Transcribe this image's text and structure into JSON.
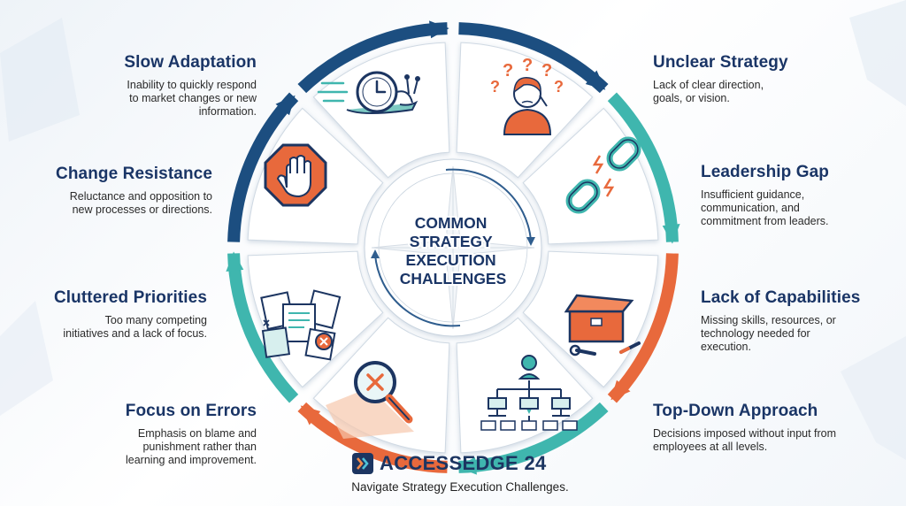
{
  "center_title": [
    "COMMON",
    "STRATEGY",
    "EXECUTION",
    "CHALLENGES"
  ],
  "challenges": {
    "slow_adaptation": {
      "title": "Slow Adaptation",
      "lines": [
        "Inability to quickly respond",
        "to market changes or new",
        "information."
      ]
    },
    "change_resistance": {
      "title": "Change Resistance",
      "lines": [
        "Reluctance and opposition to",
        "new processes or directions."
      ]
    },
    "cluttered_priorities": {
      "title": "Cluttered Priorities",
      "lines": [
        "Too many competing",
        "initiatives and a lack of focus."
      ]
    },
    "focus_on_errors": {
      "title": "Focus on Errors",
      "lines": [
        "Emphasis on blame and",
        "punishment rather than",
        "learning and improvement."
      ]
    },
    "unclear_strategy": {
      "title": "Unclear Strategy",
      "lines": [
        "Lack of clear direction,",
        "goals, or vision."
      ]
    },
    "leadership_gap": {
      "title": "Leadership Gap",
      "lines": [
        "Insufficient guidance,",
        "communication, and",
        "commitment from leaders."
      ]
    },
    "lack_of_capabilities": {
      "title": "Lack of Capabilities",
      "lines": [
        "Missing skills, resources, or",
        "technology needed for",
        "execution."
      ]
    },
    "top_down_approach": {
      "title": "Top-Down Approach",
      "lines": [
        "Decisions imposed without input from",
        "employees at all levels."
      ]
    }
  },
  "brand": {
    "name": "ACCESSEDGE 24",
    "tagline": "Navigate Strategy Execution Challenges."
  },
  "icons": [
    "snail-clock-icon",
    "stop-hand-icon",
    "cluttered-papers-icon",
    "magnifier-error-icon",
    "confused-person-icon",
    "broken-chain-icon",
    "toolbox-icon",
    "org-chart-icon"
  ],
  "colors": {
    "navy": "#1c4e80",
    "teal": "#3fb6ae",
    "orange": "#e8693c",
    "title": "#1a3566"
  }
}
